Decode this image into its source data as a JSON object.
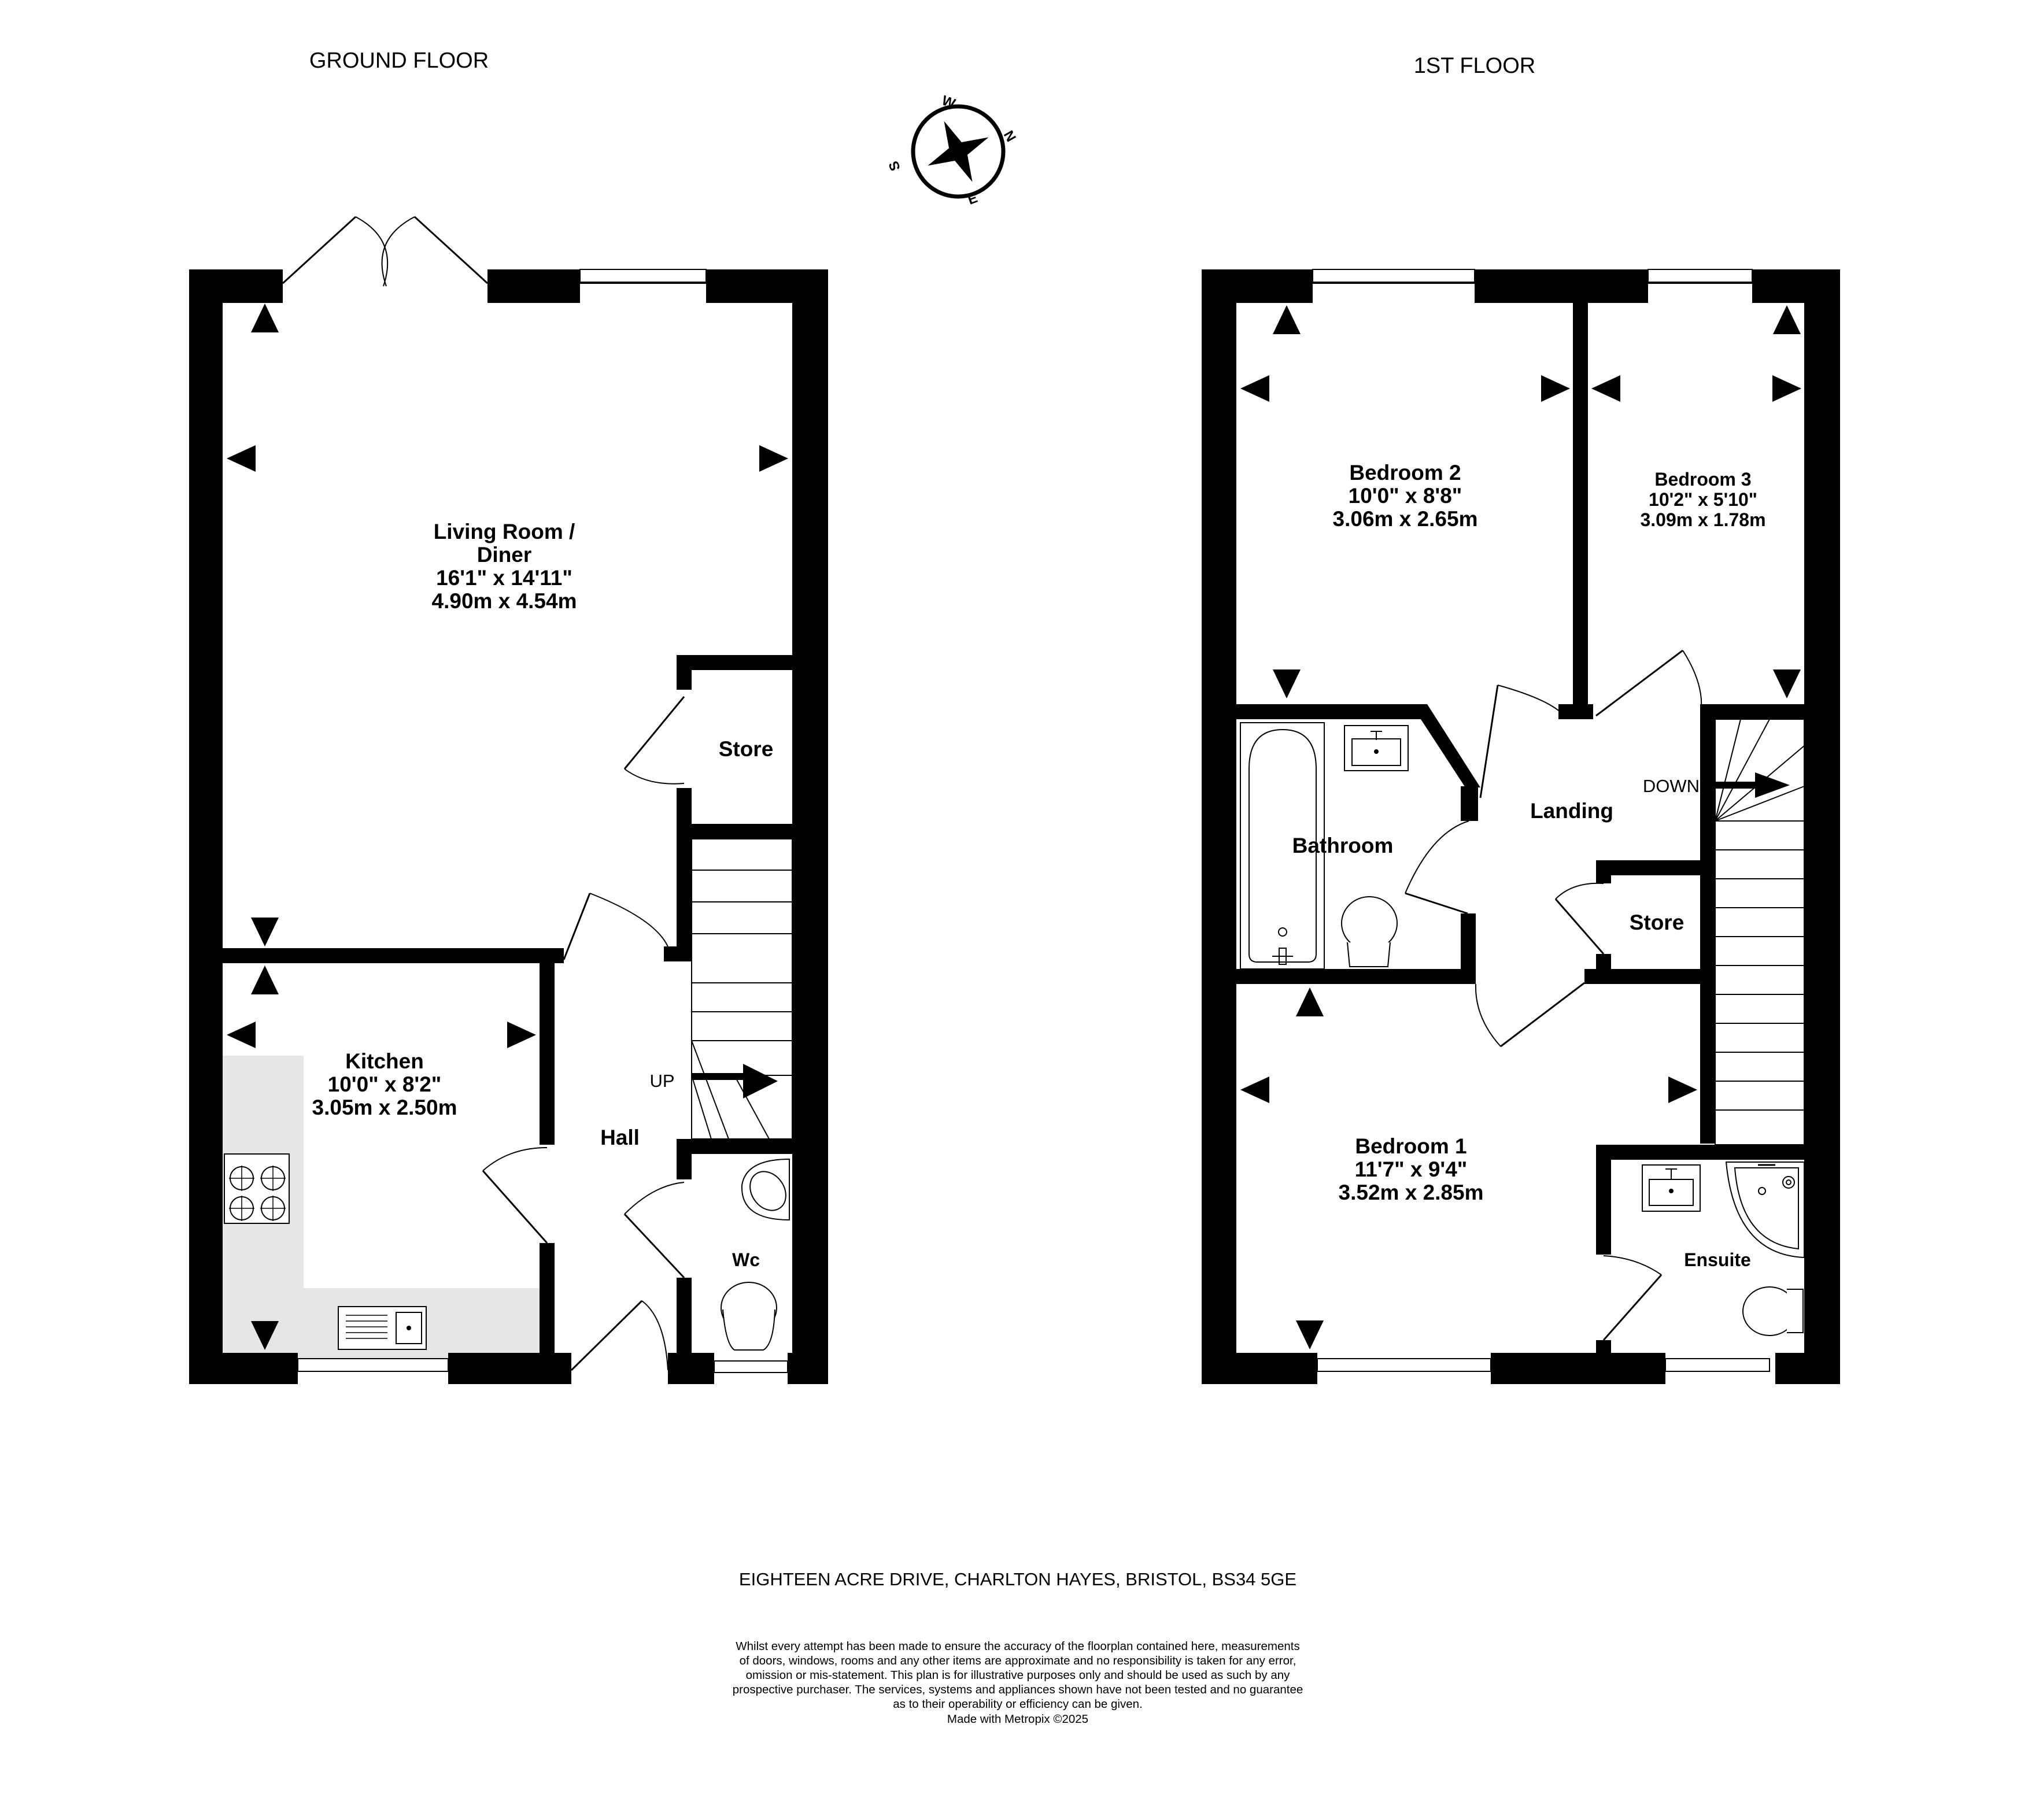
{
  "floors": {
    "ground": {
      "title": "GROUND FLOOR"
    },
    "first": {
      "title": "1ST FLOOR"
    }
  },
  "rooms": {
    "living": {
      "name1": "Living Room /",
      "name2": "Diner",
      "imperial": "16'1\"  x 14'11\"",
      "metric": "4.90m  x 4.54m"
    },
    "kitchen": {
      "name": "Kitchen",
      "imperial": "10'0\"  x 8'2\"",
      "metric": "3.05m  x 2.50m"
    },
    "hall": {
      "name": "Hall"
    },
    "ground_store": {
      "name": "Store"
    },
    "wc": {
      "name": "Wc"
    },
    "bedroom2": {
      "name": "Bedroom 2",
      "imperial": "10'0\"  x 8'8\"",
      "metric": "3.06m  x 2.65m"
    },
    "bedroom3": {
      "name": "Bedroom 3",
      "imperial": "10'2\"  x 5'10\"",
      "metric": "3.09m  x 1.78m"
    },
    "bathroom": {
      "name": "Bathroom"
    },
    "landing": {
      "name": "Landing"
    },
    "first_store": {
      "name": "Store"
    },
    "bedroom1": {
      "name": "Bedroom 1",
      "imperial": "11'7\"  x 9'4\"",
      "metric": "3.52m  x 2.85m"
    },
    "ensuite": {
      "name": "Ensuite"
    }
  },
  "stairs": {
    "up": "UP",
    "down": "DOWN"
  },
  "compass": {
    "n": "N",
    "e": "E",
    "s": "S",
    "w": "W"
  },
  "footer": {
    "address": "EIGHTEEN ACRE DRIVE, CHARLTON HAYES, BRISTOL, BS34 5GE",
    "disclaimer": [
      "Whilst every attempt has been made to ensure the accuracy of the floorplan contained here, measurements",
      "of doors, windows, rooms and any other items are approximate and no responsibility is taken for any error,",
      "omission or mis-statement. This plan is for illustrative purposes only and should be used as such by any",
      "prospective purchaser. The services, systems and appliances shown have not been tested and no guarantee",
      "as to their operability or efficiency can be given."
    ],
    "credit": "Made with Metropix ©2025"
  },
  "colors": {
    "wall": "#000000",
    "kitchen_worktop": "#e6e6e6",
    "background": "#ffffff"
  }
}
